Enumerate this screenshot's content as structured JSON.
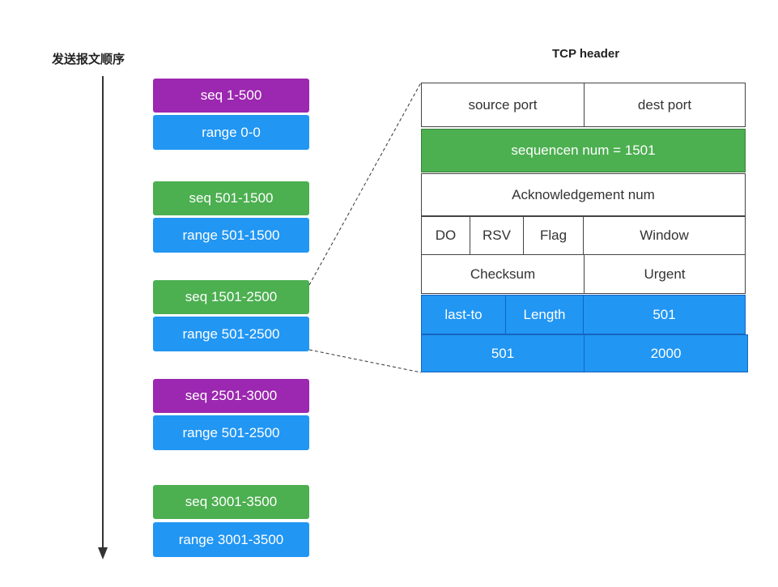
{
  "titles": {
    "left": "发送报文顺序",
    "right": "TCP header"
  },
  "colors": {
    "purple": "#9c27b0",
    "green": "#4caf50",
    "blue": "#2196f3"
  },
  "packets": [
    {
      "seq": "seq 1-500",
      "seq_color": "purple",
      "range": "range 0-0"
    },
    {
      "seq": "seq 501-1500",
      "seq_color": "green",
      "range": "range 501-1500"
    },
    {
      "seq": "seq 1501-2500",
      "seq_color": "green",
      "range": "range 501-2500"
    },
    {
      "seq": "seq 2501-3000",
      "seq_color": "purple",
      "range": "range 501-2500"
    },
    {
      "seq": "seq 3001-3500",
      "seq_color": "green",
      "range": "range 3001-3500"
    }
  ],
  "tcp_header": {
    "source_port": "source port",
    "dest_port": "dest port",
    "sequence": "sequencen num =  1501",
    "ack": "Acknowledgement num",
    "do": "DO",
    "rsv": "RSV",
    "flag": "Flag",
    "window": "Window",
    "checksum": "Checksum",
    "urgent": "Urgent",
    "last_to": "last-to",
    "length": "Length",
    "option_value": "501",
    "range_start": "501",
    "range_end": "2000"
  }
}
